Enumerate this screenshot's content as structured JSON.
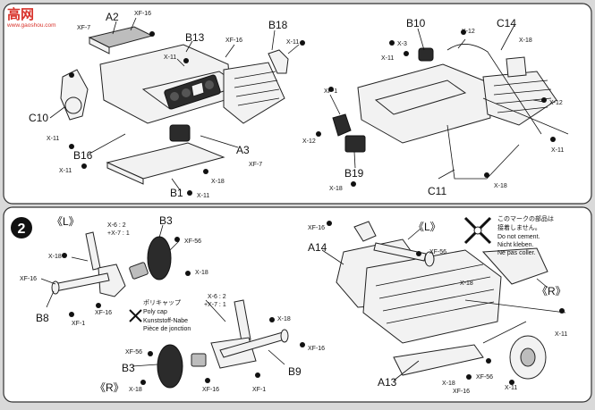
{
  "watermark": {
    "brand": "高网",
    "url": "www.gaoshou.com"
  },
  "step2": {
    "number": "2",
    "left_label": "《L》",
    "right_label": "《R》",
    "polycap": {
      "jp": "ポリキャップ",
      "en": "Poly cap",
      "de": "Kunststoff-Nabe",
      "fr": "Pièce de jonction"
    },
    "nocement": {
      "jp1": "このマークの部品は",
      "jp2": "接着しません。",
      "en": "Do not cement.",
      "de": "Nicht kleben.",
      "fr": "Ne pas coller."
    }
  },
  "labels1": {
    "A2": "A2",
    "XF16a": "XF-16",
    "XF7a": "XF-7",
    "B13": "B13",
    "XF16b": "XF-16",
    "X11a": "X-11",
    "B18": "B18",
    "X11b": "X-11",
    "C10": "C10",
    "X11c": "X-11",
    "B16": "B16",
    "X11d": "X-11",
    "A3": "A3",
    "XF7b": "XF-7",
    "X18a": "X-18",
    "B1": "B1",
    "X11e": "X-11",
    "B10": "B10",
    "X3": "X-3",
    "X12a": "X-12",
    "C14": "C14",
    "X18b": "X-18",
    "X11f": "X-11",
    "XF1": "XF-1",
    "X12b": "X-12",
    "X12c": "X-12",
    "X11g": "X-11",
    "B19": "B19",
    "X18c": "X-18",
    "C11": "C11",
    "X18d": "X-18"
  },
  "labels2": {
    "L_B3": "B3",
    "L_X62": "X-6 : 2",
    "L_X71": "+X-7 : 1",
    "L_XF56": "XF-56",
    "L_X18a": "X-18",
    "L_X18b": "X-18",
    "L_XF16": "XF-16",
    "L_B8": "B8",
    "L_XF1": "XF-1",
    "L_XF16b": "XF-16",
    "R_X62": "X-6 : 2",
    "R_X71": "+X-7 : 1",
    "R_X18": "X-18",
    "R_XF16": "XF-16",
    "R_B9": "B9",
    "R_XF56": "XF-56",
    "R_B3": "B3",
    "R_X18b": "X-18",
    "R_XF16b": "XF-16",
    "R_XF1": "XF-1",
    "A14": "A14",
    "XF16c": "XF-16",
    "X18e": "X-18",
    "XF56c": "XF-56",
    "X11h": "X-11",
    "A13": "A13",
    "X18f": "X-18",
    "XF16d": "XF-16",
    "XF56d": "XF-56",
    "X11i": "X-11"
  }
}
